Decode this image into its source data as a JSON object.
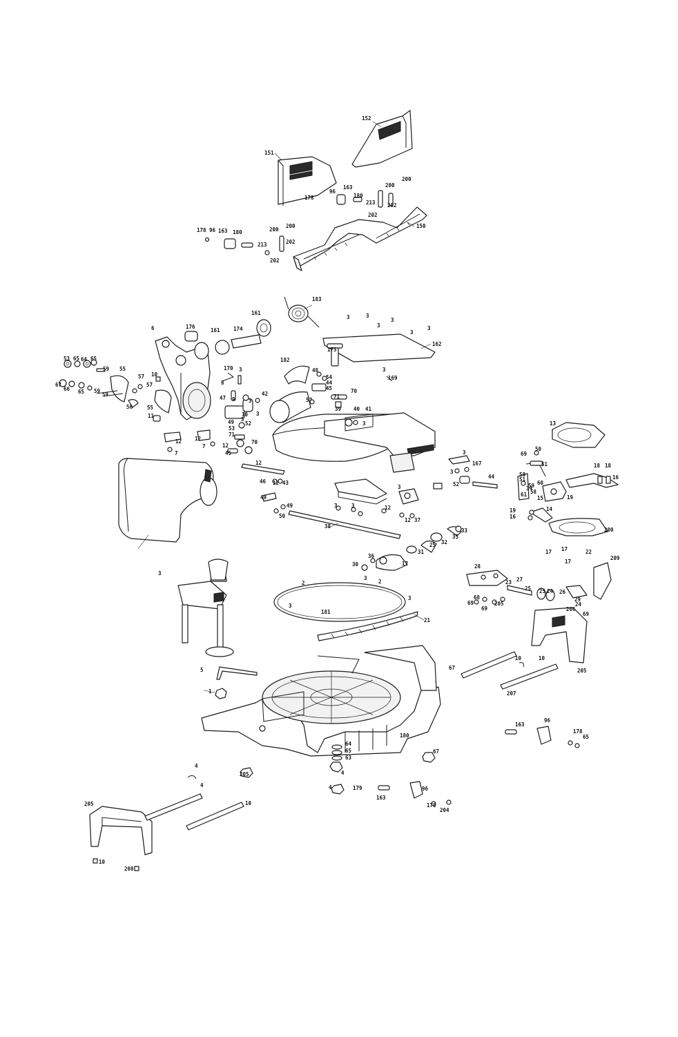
{
  "diagram": {
    "labels": [
      {
        "id": "l1",
        "text": "152"
      },
      {
        "id": "l2",
        "text": "151"
      },
      {
        "id": "l3",
        "text": "200"
      },
      {
        "id": "l4",
        "text": "200"
      },
      {
        "id": "l5",
        "text": "178"
      },
      {
        "id": "l6",
        "text": "96"
      },
      {
        "id": "l7",
        "text": "163"
      },
      {
        "id": "l8",
        "text": "180"
      },
      {
        "id": "l9",
        "text": "213"
      },
      {
        "id": "l10",
        "text": "202"
      },
      {
        "id": "l11",
        "text": "202"
      },
      {
        "id": "l12",
        "text": "150"
      },
      {
        "id": "l13",
        "text": "178"
      },
      {
        "id": "l14",
        "text": "96"
      },
      {
        "id": "l15",
        "text": "163"
      },
      {
        "id": "l16",
        "text": "180"
      },
      {
        "id": "l17",
        "text": "200"
      },
      {
        "id": "l18",
        "text": "200"
      },
      {
        "id": "l19",
        "text": "202"
      },
      {
        "id": "l20",
        "text": "213"
      },
      {
        "id": "l21",
        "text": "202"
      },
      {
        "id": "l22",
        "text": "183"
      },
      {
        "id": "l23",
        "text": "6"
      },
      {
        "id": "l24",
        "text": "176"
      },
      {
        "id": "l25",
        "text": "161"
      },
      {
        "id": "l26",
        "text": "174"
      },
      {
        "id": "l27",
        "text": "161"
      },
      {
        "id": "l28",
        "text": "3"
      },
      {
        "id": "l29",
        "text": "3"
      },
      {
        "id": "l30",
        "text": "3"
      },
      {
        "id": "l31",
        "text": "3"
      },
      {
        "id": "l32",
        "text": "3"
      },
      {
        "id": "l33",
        "text": "3"
      },
      {
        "id": "l34",
        "text": "162"
      },
      {
        "id": "l35",
        "text": "175"
      },
      {
        "id": "l36",
        "text": "182"
      },
      {
        "id": "l37",
        "text": "170"
      },
      {
        "id": "l38",
        "text": "3"
      },
      {
        "id": "l39",
        "text": "53"
      },
      {
        "id": "l40",
        "text": "65"
      },
      {
        "id": "l41",
        "text": "64"
      },
      {
        "id": "l42",
        "text": "65"
      },
      {
        "id": "l43",
        "text": "59"
      },
      {
        "id": "l44",
        "text": "55"
      },
      {
        "id": "l45",
        "text": "10"
      },
      {
        "id": "l46",
        "text": "57"
      },
      {
        "id": "l47",
        "text": "57"
      },
      {
        "id": "l48",
        "text": "67"
      },
      {
        "id": "l49",
        "text": "66"
      },
      {
        "id": "l50",
        "text": "65"
      },
      {
        "id": "l51",
        "text": "59"
      },
      {
        "id": "l52",
        "text": "59"
      },
      {
        "id": "l53",
        "text": "56"
      },
      {
        "id": "l54",
        "text": "55"
      },
      {
        "id": "l55",
        "text": "11"
      },
      {
        "id": "l56",
        "text": "8"
      },
      {
        "id": "l57",
        "text": "9"
      },
      {
        "id": "l58",
        "text": "47"
      },
      {
        "id": "l59",
        "text": "3"
      },
      {
        "id": "l60",
        "text": "42"
      },
      {
        "id": "l61",
        "text": "48"
      },
      {
        "id": "l62",
        "text": "54"
      },
      {
        "id": "l63",
        "text": "44"
      },
      {
        "id": "l64",
        "text": "45"
      },
      {
        "id": "l65",
        "text": "3"
      },
      {
        "id": "l66",
        "text": "169"
      },
      {
        "id": "l67",
        "text": "70"
      },
      {
        "id": "l68",
        "text": "57"
      },
      {
        "id": "l69",
        "text": "71"
      },
      {
        "id": "l70",
        "text": "39"
      },
      {
        "id": "l71",
        "text": "40"
      },
      {
        "id": "l72",
        "text": "41"
      },
      {
        "id": "l73",
        "text": "3"
      },
      {
        "id": "l74",
        "text": "13"
      },
      {
        "id": "l75",
        "text": "50"
      },
      {
        "id": "l76",
        "text": "69"
      },
      {
        "id": "l77",
        "text": "51"
      },
      {
        "id": "l78",
        "text": "18"
      },
      {
        "id": "l79",
        "text": "18"
      },
      {
        "id": "l80",
        "text": "16"
      },
      {
        "id": "l81",
        "text": "10"
      },
      {
        "id": "l82",
        "text": "52"
      },
      {
        "id": "l83",
        "text": "3"
      },
      {
        "id": "l84",
        "text": "3"
      },
      {
        "id": "l85",
        "text": "49"
      },
      {
        "id": "l86",
        "text": "53"
      },
      {
        "id": "l87",
        "text": "71"
      },
      {
        "id": "l88",
        "text": "70"
      },
      {
        "id": "l89",
        "text": "45"
      },
      {
        "id": "l90",
        "text": "12"
      },
      {
        "id": "l91",
        "text": "7"
      },
      {
        "id": "l92",
        "text": "12"
      },
      {
        "id": "l93",
        "text": "7"
      },
      {
        "id": "l94",
        "text": "12"
      },
      {
        "id": "l95",
        "text": "46"
      },
      {
        "id": "l96",
        "text": "12"
      },
      {
        "id": "l97",
        "text": "12"
      },
      {
        "id": "l98",
        "text": "43"
      },
      {
        "id": "l99",
        "text": "49"
      },
      {
        "id": "l100",
        "text": "49"
      },
      {
        "id": "l101",
        "text": "50"
      },
      {
        "id": "l102",
        "text": "3"
      },
      {
        "id": "l103",
        "text": "3"
      },
      {
        "id": "l104",
        "text": "167"
      },
      {
        "id": "l105",
        "text": "52"
      },
      {
        "id": "l106",
        "text": "44"
      },
      {
        "id": "l107",
        "text": "58"
      },
      {
        "id": "l108",
        "text": "59"
      },
      {
        "id": "l109",
        "text": "60"
      },
      {
        "id": "l110",
        "text": "61"
      },
      {
        "id": "l111",
        "text": "15"
      },
      {
        "id": "l112",
        "text": "19"
      },
      {
        "id": "l113",
        "text": "19"
      },
      {
        "id": "l114",
        "text": "16"
      },
      {
        "id": "l115",
        "text": "14"
      },
      {
        "id": "l116",
        "text": "200"
      },
      {
        "id": "l117",
        "text": "51"
      },
      {
        "id": "l118",
        "text": "58"
      },
      {
        "id": "l119",
        "text": "34"
      },
      {
        "id": "l120",
        "text": "3"
      },
      {
        "id": "l121",
        "text": "3"
      },
      {
        "id": "l122",
        "text": "3"
      },
      {
        "id": "l123",
        "text": "12"
      },
      {
        "id": "l124",
        "text": "12"
      },
      {
        "id": "l125",
        "text": "37"
      },
      {
        "id": "l126",
        "text": "38"
      },
      {
        "id": "l127",
        "text": "33"
      },
      {
        "id": "l128",
        "text": "35"
      },
      {
        "id": "l129",
        "text": "32"
      },
      {
        "id": "l130",
        "text": "25"
      },
      {
        "id": "l131",
        "text": "31"
      },
      {
        "id": "l132",
        "text": "36"
      },
      {
        "id": "l133",
        "text": "30"
      },
      {
        "id": "l134",
        "text": "17"
      },
      {
        "id": "l135",
        "text": "17"
      },
      {
        "id": "l136",
        "text": "17"
      },
      {
        "id": "l137",
        "text": "17"
      },
      {
        "id": "l138",
        "text": "22"
      },
      {
        "id": "l139",
        "text": "209"
      },
      {
        "id": "l140",
        "text": "3"
      },
      {
        "id": "l141",
        "text": "3"
      },
      {
        "id": "l142",
        "text": "2"
      },
      {
        "id": "l143",
        "text": "2"
      },
      {
        "id": "l144",
        "text": "3"
      },
      {
        "id": "l145",
        "text": "3"
      },
      {
        "id": "l146",
        "text": "181"
      },
      {
        "id": "l147",
        "text": "21"
      },
      {
        "id": "l148",
        "text": "28"
      },
      {
        "id": "l149",
        "text": "27"
      },
      {
        "id": "l150",
        "text": "23"
      },
      {
        "id": "l151",
        "text": "25"
      },
      {
        "id": "l152",
        "text": "25"
      },
      {
        "id": "l153",
        "text": "24"
      },
      {
        "id": "l154",
        "text": "26"
      },
      {
        "id": "l155",
        "text": "24"
      },
      {
        "id": "l156",
        "text": "29"
      },
      {
        "id": "l157",
        "text": "206"
      },
      {
        "id": "l158",
        "text": "69"
      },
      {
        "id": "l159",
        "text": "68"
      },
      {
        "id": "l160",
        "text": "69"
      },
      {
        "id": "l161",
        "text": "69"
      },
      {
        "id": "l162",
        "text": "205"
      },
      {
        "id": "l163",
        "text": "67"
      },
      {
        "id": "l164",
        "text": "10"
      },
      {
        "id": "l165",
        "text": "10"
      },
      {
        "id": "l166",
        "text": "205"
      },
      {
        "id": "l167",
        "text": "207"
      },
      {
        "id": "l168",
        "text": "5"
      },
      {
        "id": "l169",
        "text": "1"
      },
      {
        "id": "l170",
        "text": "180"
      },
      {
        "id": "l171",
        "text": "163"
      },
      {
        "id": "l172",
        "text": "96"
      },
      {
        "id": "l173",
        "text": "178"
      },
      {
        "id": "l174",
        "text": "65"
      },
      {
        "id": "l175",
        "text": "64"
      },
      {
        "id": "l176",
        "text": "65"
      },
      {
        "id": "l177",
        "text": "63"
      },
      {
        "id": "l178",
        "text": "4"
      },
      {
        "id": "l179",
        "text": "67"
      },
      {
        "id": "l180",
        "text": "4"
      },
      {
        "id": "l181",
        "text": "205"
      },
      {
        "id": "l182",
        "text": "4"
      },
      {
        "id": "l183",
        "text": "4"
      },
      {
        "id": "l184",
        "text": "179"
      },
      {
        "id": "l185",
        "text": "163"
      },
      {
        "id": "l186",
        "text": "96"
      },
      {
        "id": "l187",
        "text": "178"
      },
      {
        "id": "l188",
        "text": "204"
      },
      {
        "id": "l189",
        "text": "205"
      },
      {
        "id": "l190",
        "text": "10"
      },
      {
        "id": "l191",
        "text": "10"
      },
      {
        "id": "l192",
        "text": "208"
      }
    ]
  }
}
